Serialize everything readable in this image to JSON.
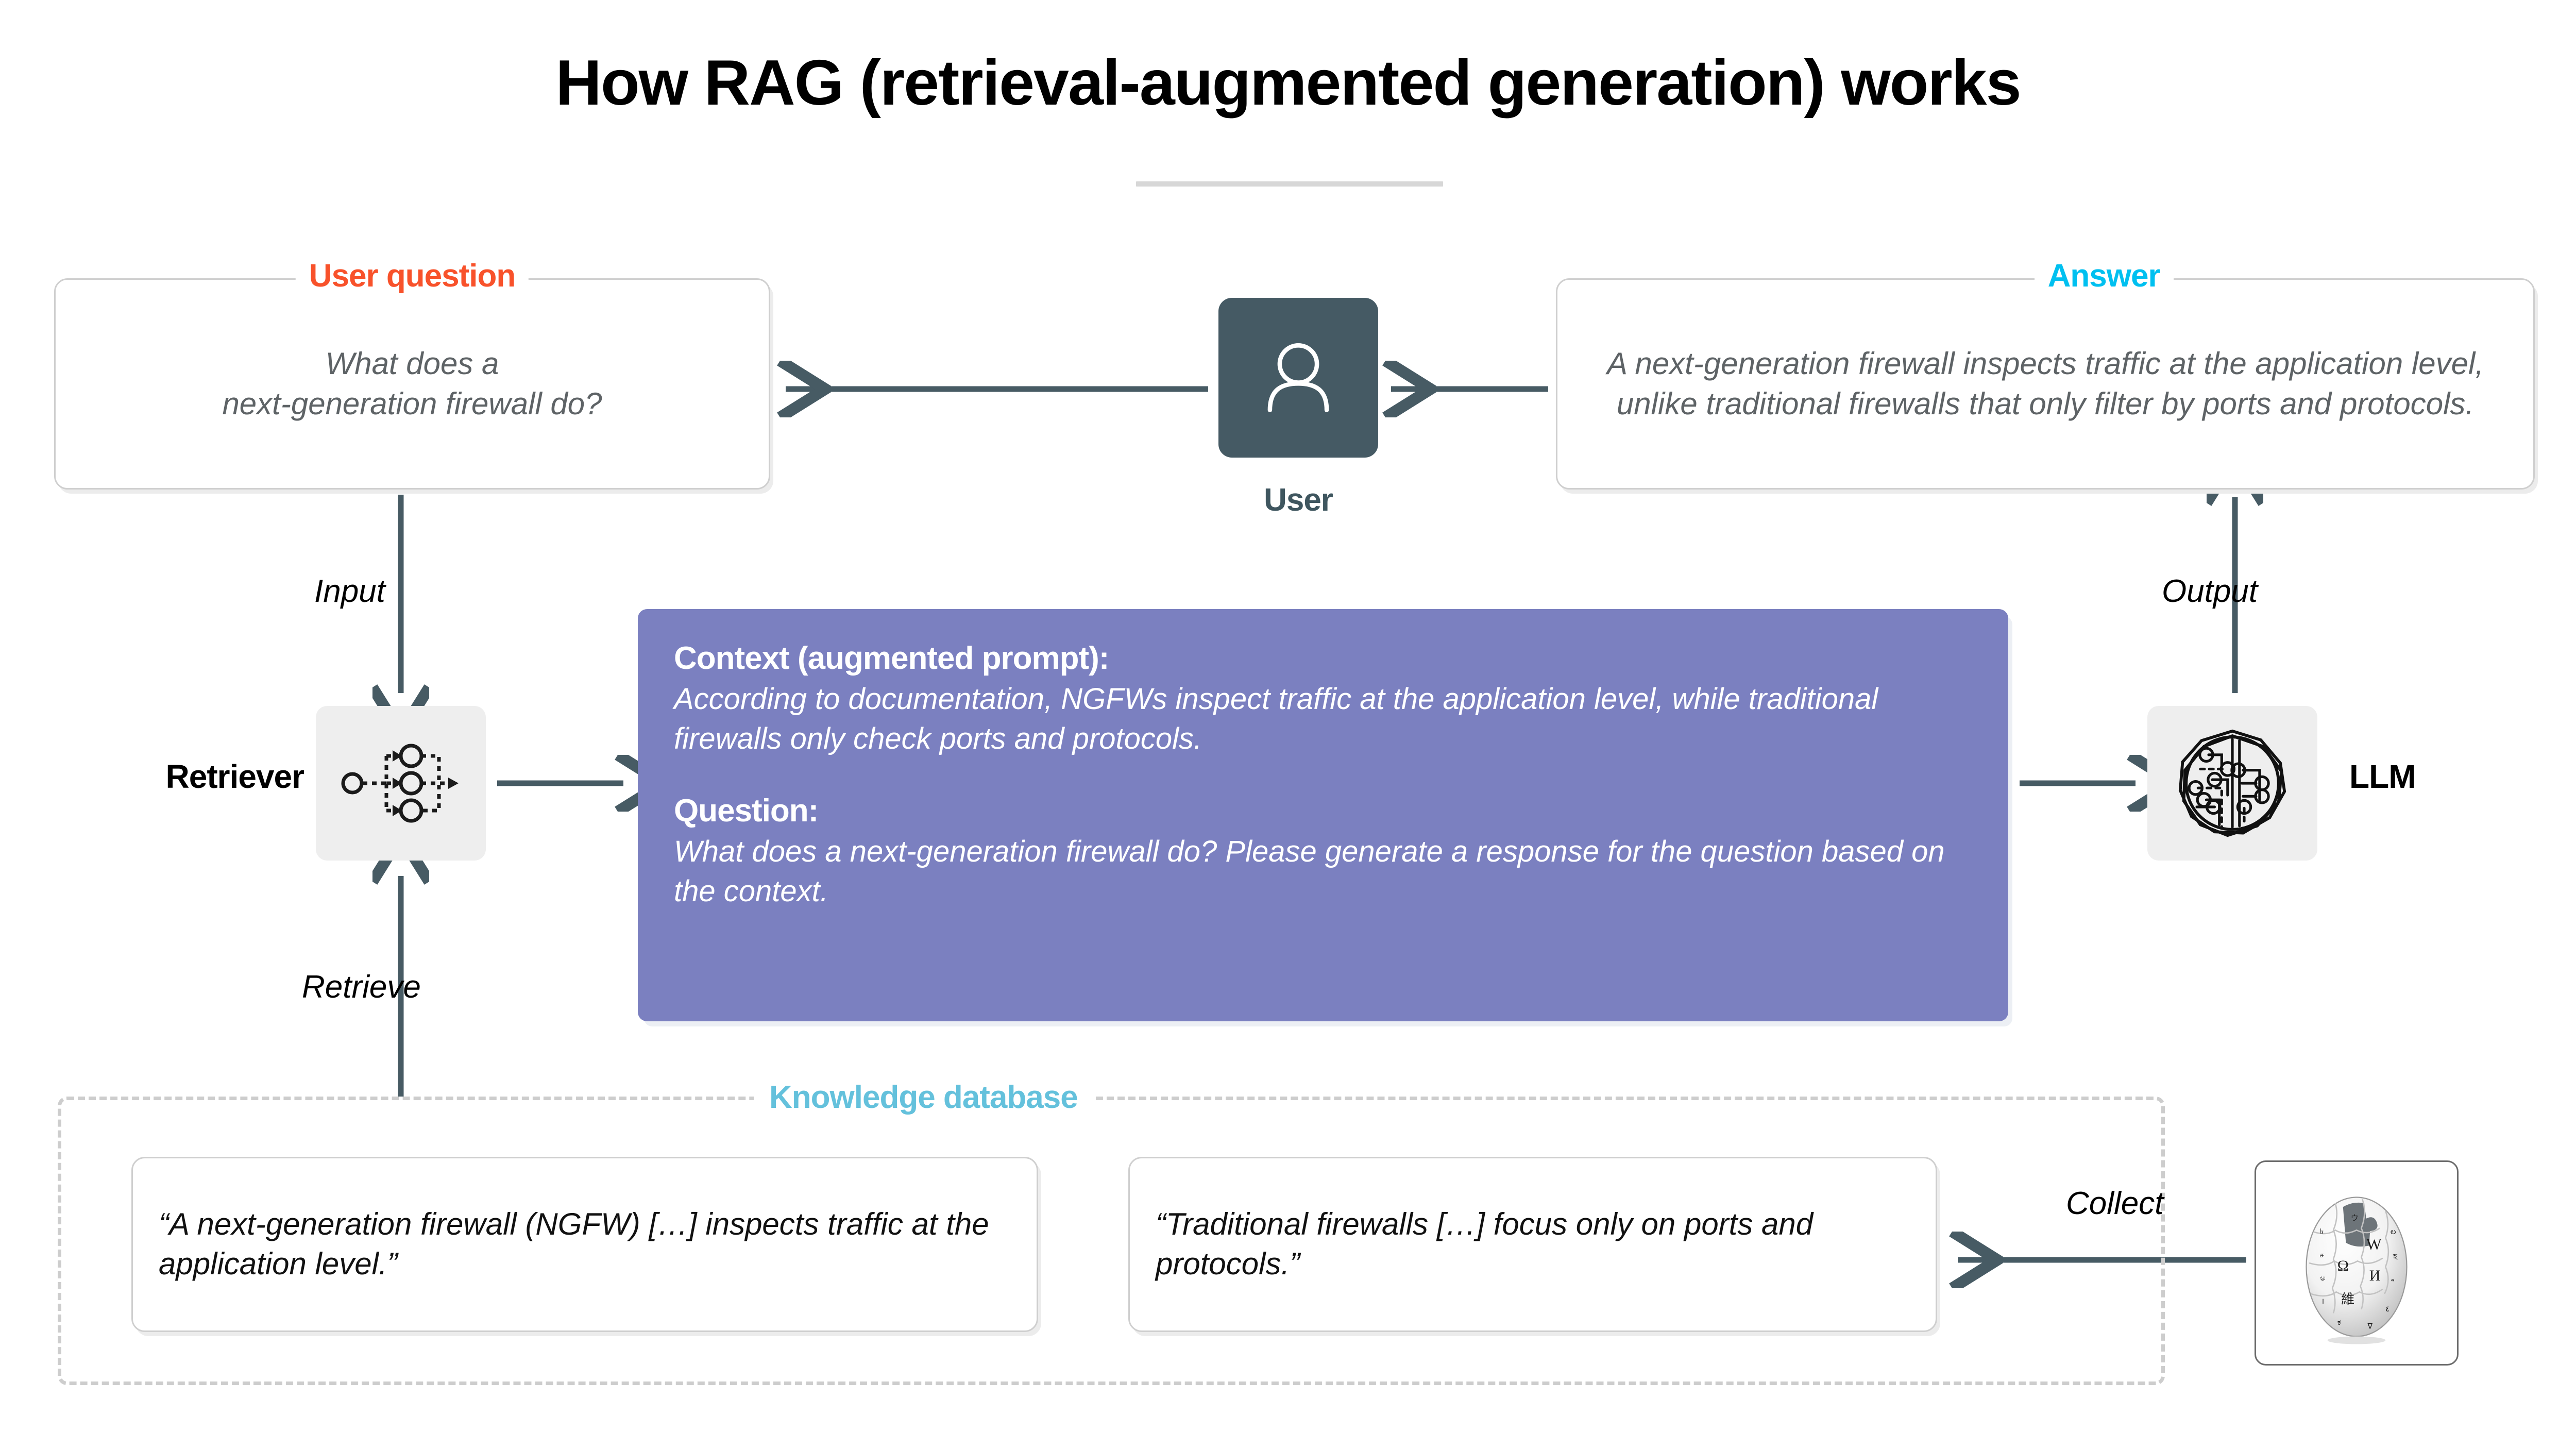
{
  "page": {
    "title": "How RAG (retrieval-augmented generation) works",
    "background": "#ffffff"
  },
  "colors": {
    "user_question_accent": "#f8522b",
    "answer_accent": "#00c0f0",
    "knowledge_accent": "#64c1dc",
    "context_box": "#7b80c0",
    "arrow": "#475b64",
    "avatar": "#455a64",
    "icon_tile": "#eeeeee",
    "card_border": "#cfcfcf",
    "title_divider": "#d7d7d7"
  },
  "user_question": {
    "legend": "User question",
    "text": "What does a\nnext-generation firewall do?"
  },
  "answer": {
    "legend": "Answer",
    "text": "A next-generation firewall inspects traffic at the application level, unlike traditional firewalls that only filter by ports and protocols."
  },
  "user": {
    "label": "User",
    "icon": "person-icon"
  },
  "retriever": {
    "label": "Retriever",
    "icon": "retriever-flow-icon"
  },
  "llm": {
    "label": "LLM",
    "icon": "ai-brain-circuit-icon"
  },
  "context": {
    "context_heading": "Context (augmented prompt):",
    "context_body": "According to documentation, NGFWs inspect traffic at the application level, while traditional firewalls only check ports and protocols.",
    "question_heading": "Question:",
    "question_body": "What does a next-generation firewall do? Please generate a response for the question based on the context."
  },
  "knowledge_database": {
    "legend": "Knowledge database",
    "cards": [
      "“A next-generation firewall (NGFW) […] inspects traffic at the application level.”",
      "“Traditional firewalls […] focus only on ports and protocols.”"
    ],
    "source": {
      "icon": "wikipedia-globe-icon",
      "glyphs": [
        "W",
        "Ω",
        "И",
        "維",
        "வ",
        "ਸ",
        "ಎ"
      ]
    }
  },
  "arrow_labels": {
    "input": "Input",
    "retrieve": "Retrieve",
    "output": "Output",
    "collect": "Collect"
  }
}
